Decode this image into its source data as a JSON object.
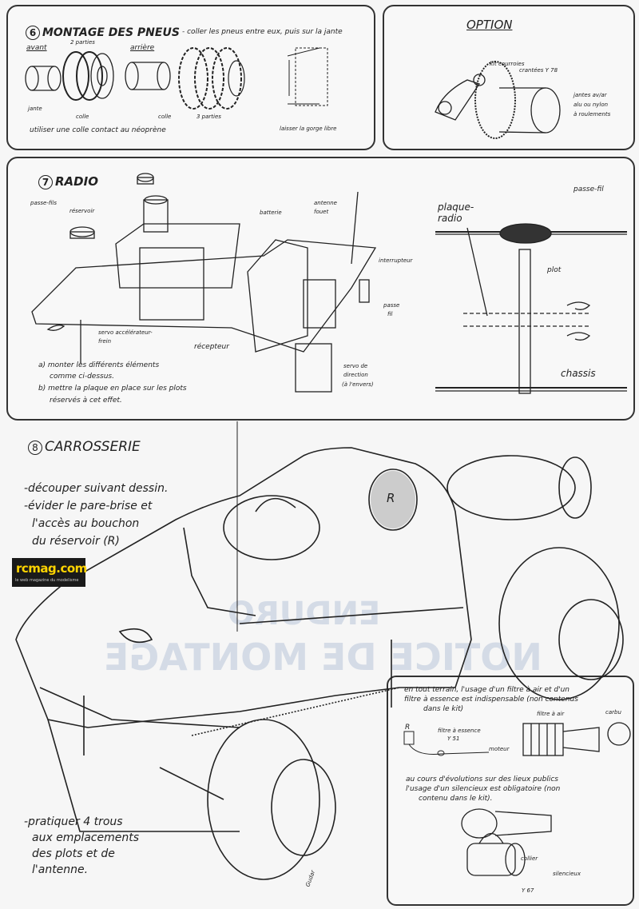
{
  "section6": {
    "title": "MONTAGE DES PNEUS",
    "number": "6",
    "note": "- coller les pneus entre eux, puis sur la jante",
    "avant": "avant",
    "arriere": "arrière",
    "deux_parties": "2 parties",
    "jante": "jante",
    "colle1": "colle",
    "colle2": "colle",
    "trois_parties": "3 parties",
    "colle_contact": "utiliser une colle contact au néoprène",
    "gorge": "laisser la gorge libre"
  },
  "option": {
    "title": "OPTION",
    "kit": "kit courroies",
    "crantees": "crantées Y 78",
    "jantes1": "jantes av/ar",
    "jantes2": "alu ou nylon",
    "jantes3": "à roulements"
  },
  "section7": {
    "title": "RADIO",
    "number": "7",
    "passe_fils": "passe-fils",
    "reservoir": "réservoir",
    "batterie": "batterie",
    "antenne1": "antenne",
    "antenne2": "fouet",
    "interrupteur": "interrupteur",
    "passe_fil1": "passe",
    "passe_fil2": "fil",
    "servo_acc1": "servo accélérateur-",
    "servo_acc2": "frein",
    "recepteur": "récepteur",
    "servo_dir1": "servo de",
    "servo_dir2": "direction",
    "servo_dir3": "(à l'envers)",
    "step_a1": "a) monter les différents éléments",
    "step_a2": "comme ci-dessus.",
    "step_b1": "b) mettre la plaque en place sur les plots",
    "step_b2": "réservés à cet effet.",
    "plaque1": "plaque-",
    "plaque2": "radio",
    "passe_fil_right": "passe-fil",
    "plot": "plot",
    "chassis": "chassis"
  },
  "section8": {
    "title": "CARROSSERIE",
    "number": "8",
    "line1": "-découper suivant dessin.",
    "line2": "-évider le pare-brise et",
    "line3": "l'accès au bouchon",
    "line4": "du réservoir (R)",
    "r_mark": "R",
    "bottom1": "-pratiquer 4 trous",
    "bottom2": "aux emplacements",
    "bottom3": "des plots et de",
    "bottom4": "l'antenne.",
    "signature": "Gudar"
  },
  "logo": {
    "text": "rcmag.com",
    "tagline": "le web magazine du modelisme"
  },
  "infobox": {
    "p1a": "en tout terrain, l'usage d'un filtre à air et d'un",
    "p1b": "filtre à essence est indispensable (non contenus",
    "p1c": "dans le kit)",
    "filtre_air": "filtre à air",
    "carbu": "carbu",
    "r": "R",
    "filtre_essence1": "filtre à essence",
    "filtre_essence2": "Y 51",
    "moteur": "moteur",
    "p2a": "au cours d'évolutions sur des lieux publics",
    "p2b": "l'usage d'un silencieux est obligatoire (non",
    "p2c": "contenu dans le kit).",
    "collier": "collier",
    "silencieux": "silencieux",
    "y67": "Y 67"
  },
  "watermark": {
    "line1": "ENDURO",
    "line2": "NOTICE DE MONTAGE"
  }
}
